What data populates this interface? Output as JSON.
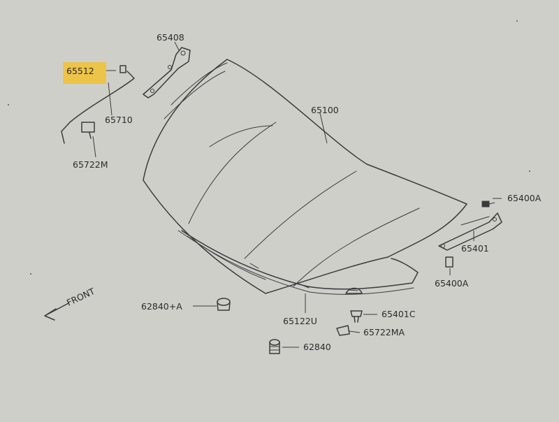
{
  "labels": {
    "p65408": "65408",
    "p65512": "65512",
    "p65710": "65710",
    "p65722m": "65722M",
    "p65100": "65100",
    "p65400a_top": "65400A",
    "p65401": "65401",
    "p65400a_bottom": "65400A",
    "p62840a": "62840+A",
    "p65122u": "65122U",
    "p65401c": "65401C",
    "p65722ma": "65722MA",
    "p62840": "62840",
    "front": "FRONT"
  },
  "colors": {
    "paper": "#cfcfca",
    "ink": "#3a3a3a",
    "highlight": "#f2c230"
  },
  "highlighted_part": "65512"
}
